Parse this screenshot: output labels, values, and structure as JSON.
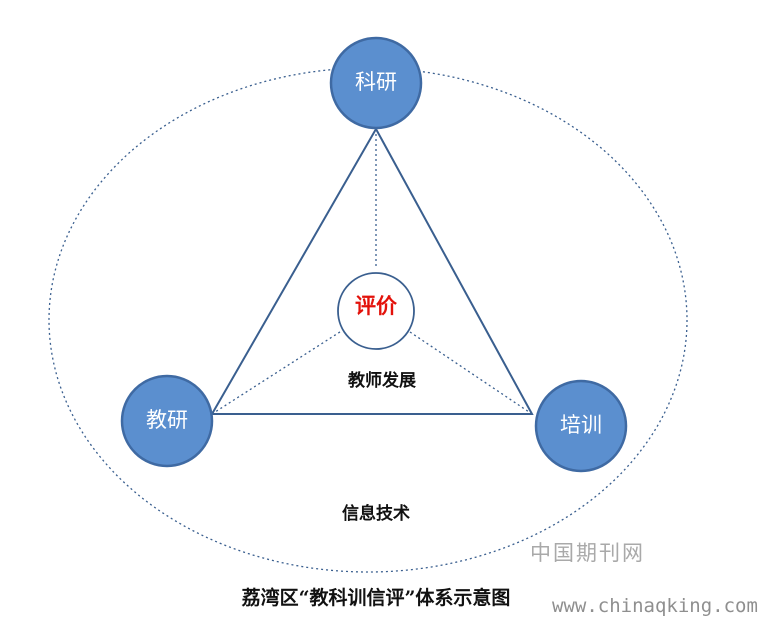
{
  "nodes": {
    "top": "科研",
    "left": "教研",
    "right": "培训",
    "center": "评价"
  },
  "labels": {
    "inner": "教师发展",
    "outer": "信息技术"
  },
  "caption": "荔湾区“教科训信评”体系示意图",
  "watermark": {
    "site_name": "中国期刊网",
    "url": "www.chinaqking.com"
  },
  "colors": {
    "node_fill": "#5b8fcf",
    "node_stroke": "#3f6aa3",
    "line": "#3a5f8f",
    "center_text": "#e3120b"
  }
}
